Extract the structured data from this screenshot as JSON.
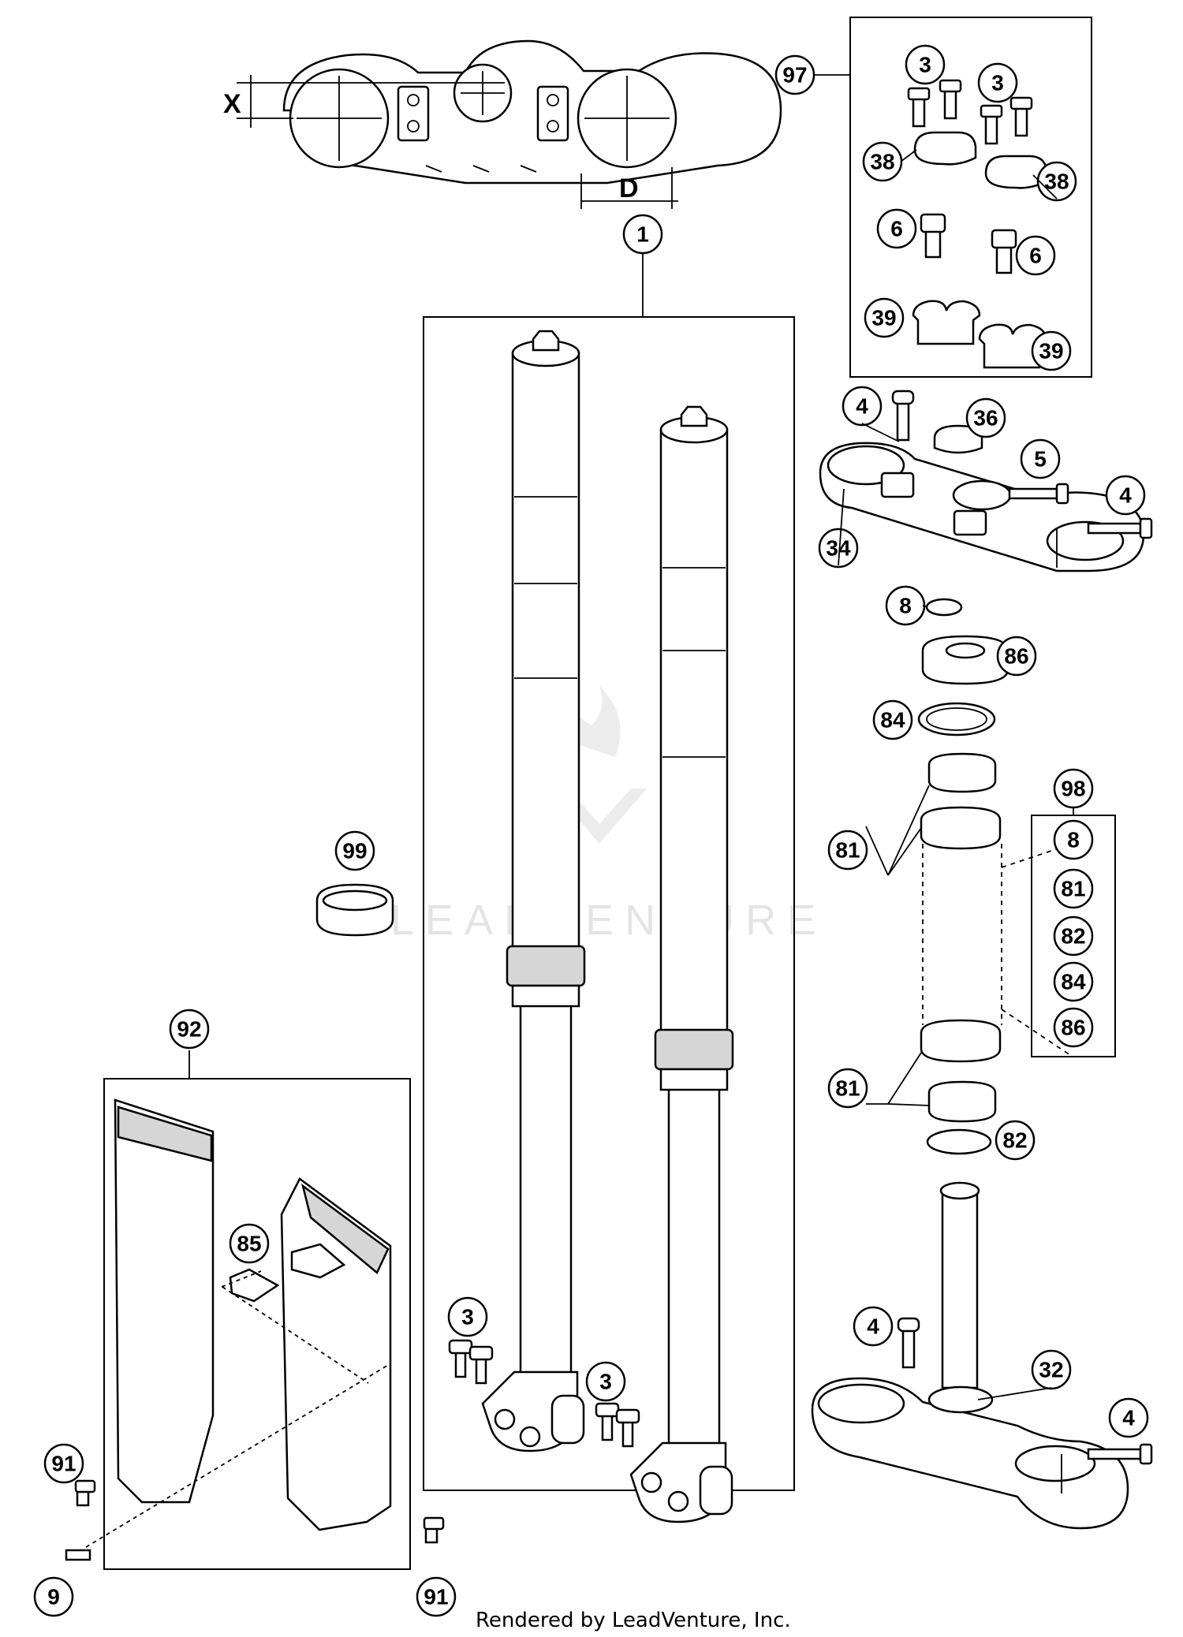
{
  "footer": "Rendered by LeadVenture, Inc.",
  "watermark": "LEADVENTURE",
  "dimension_labels": {
    "x": "X",
    "d": "D"
  },
  "callouts": {
    "c1": "1",
    "c97": "97",
    "c3a": "3",
    "c3b": "3",
    "c38a": "38",
    "c38b": "38",
    "c6a": "6",
    "c6b": "6",
    "c39a": "39",
    "c39b": "39",
    "c4a": "4",
    "c36": "36",
    "c5": "5",
    "c4b": "4",
    "c34": "34",
    "c8": "8",
    "c86": "86",
    "c84": "84",
    "c81a": "81",
    "c81b": "81",
    "c82": "82",
    "c98": "98",
    "k8": "8",
    "k81": "81",
    "k82": "82",
    "k84": "84",
    "k86": "86",
    "c99": "99",
    "c92": "92",
    "c85": "85",
    "c3c": "3",
    "c3d": "3",
    "c4c": "4",
    "c32": "32",
    "c4d": "4",
    "c91a": "91",
    "c9": "9",
    "c91b": "91"
  }
}
